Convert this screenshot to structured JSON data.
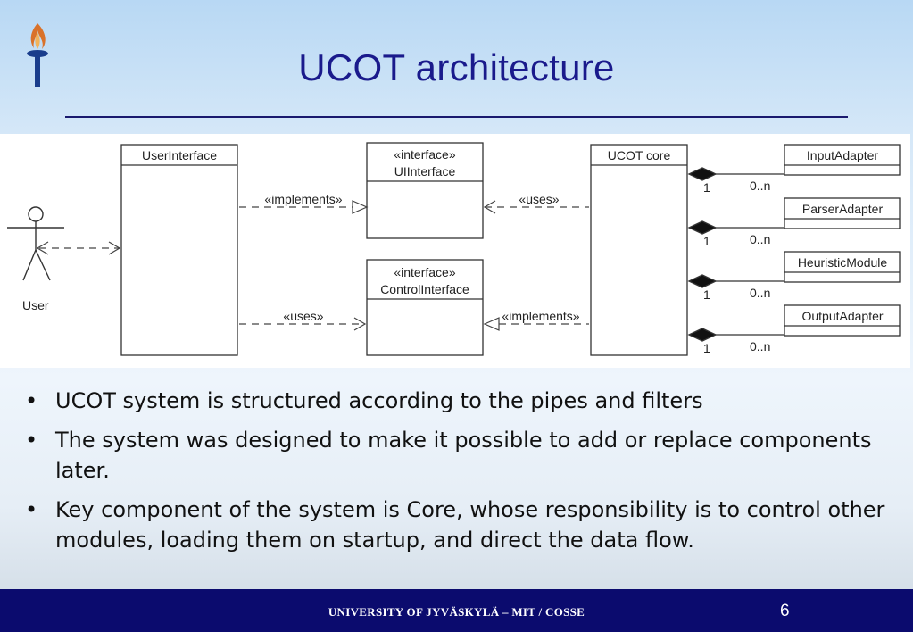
{
  "slide": {
    "title": "UCOT architecture",
    "bullets": [
      "UCOT system is structured according to the  pipes and filters",
      "The system was designed to make it possible to add or replace components later.",
      "Key component of the system is Core, whose responsibility is to control other modules, loading them on startup, and direct the data flow."
    ],
    "bullet_symbol": "•",
    "footer": "UNIVERSITY OF JYVÄSKYLÄ – MIT / COSSE",
    "page_number": "6",
    "logo_icon": "torch-icon",
    "colors": {
      "title": "#1a1a8c",
      "footer_bg": "#0b0b6e",
      "rule": "#1a1a6e"
    }
  },
  "diagram": {
    "actor": "User",
    "user_interface": "UserInterface",
    "ui_interface": {
      "stereotype": "«interface»",
      "name": "UIInterface"
    },
    "control_interface": {
      "stereotype": "«interface»",
      "name": "ControlInterface"
    },
    "core": "UCOT core",
    "adapters": [
      "InputAdapter",
      "ParserAdapter",
      "HeuristicModule",
      "OutputAdapter"
    ],
    "labels": {
      "implements_top": "«implements»",
      "uses_top": "«uses»",
      "uses_bottom": "«uses»",
      "implements_bottom": "«implements»"
    },
    "multiplicity_one": "1",
    "multiplicity_many": "0..n"
  }
}
